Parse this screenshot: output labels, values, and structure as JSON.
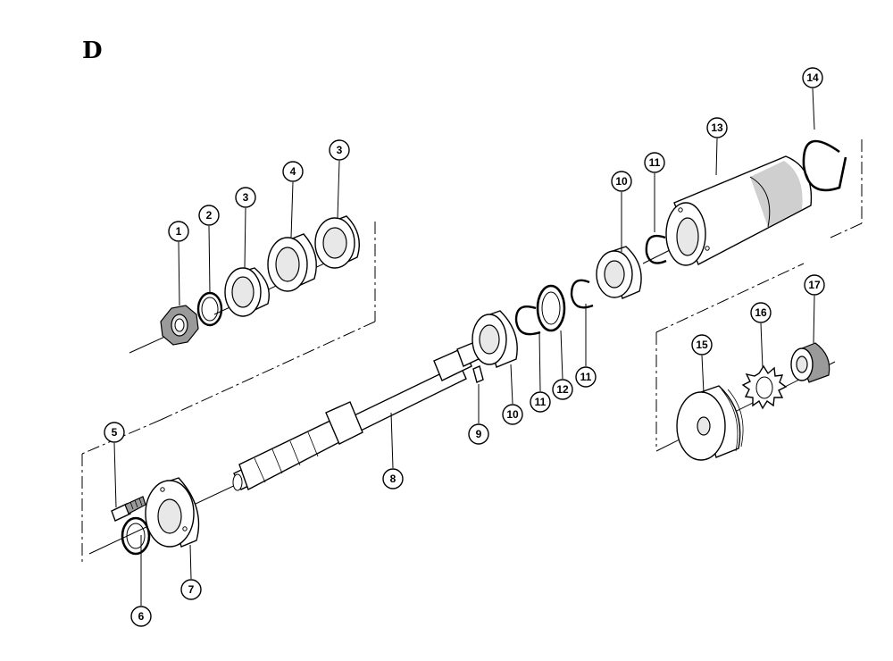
{
  "section_letter": "D",
  "callouts": [
    {
      "id": "c1",
      "label": "1"
    },
    {
      "id": "c2",
      "label": "2"
    },
    {
      "id": "c3a",
      "label": "3"
    },
    {
      "id": "c4",
      "label": "4"
    },
    {
      "id": "c3b",
      "label": "3"
    },
    {
      "id": "c5",
      "label": "5"
    },
    {
      "id": "c6",
      "label": "6"
    },
    {
      "id": "c7",
      "label": "7"
    },
    {
      "id": "c8",
      "label": "8"
    },
    {
      "id": "c9",
      "label": "9"
    },
    {
      "id": "c10a",
      "label": "10"
    },
    {
      "id": "c11a",
      "label": "11"
    },
    {
      "id": "c12",
      "label": "12"
    },
    {
      "id": "c11b",
      "label": "11"
    },
    {
      "id": "c10b",
      "label": "10"
    },
    {
      "id": "c11c",
      "label": "11"
    },
    {
      "id": "c13",
      "label": "13"
    },
    {
      "id": "c14",
      "label": "14"
    },
    {
      "id": "c15",
      "label": "15"
    },
    {
      "id": "c16",
      "label": "16"
    },
    {
      "id": "c17",
      "label": "17"
    }
  ]
}
